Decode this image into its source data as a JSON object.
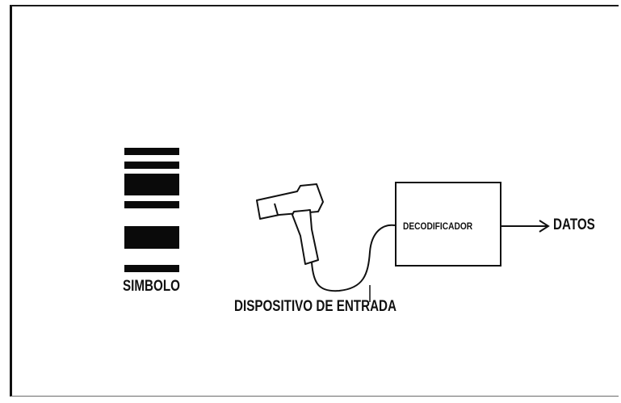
{
  "symbol_label": "SIMBOLO",
  "device_label": "DISPOSITIVO DE ENTRADA",
  "decoder_label": "DECODIFICADOR",
  "output_label": "DATOS",
  "colors": {
    "ink": "#111111",
    "background": "#ffffff"
  }
}
